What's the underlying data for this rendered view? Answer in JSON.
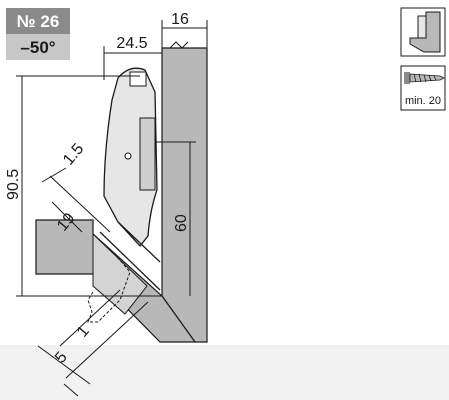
{
  "badge": {
    "number": "№ 26",
    "angle": "–50°"
  },
  "dimensions": {
    "top_width": "16",
    "offset": "24.5",
    "height": "90.5",
    "gap": "1.5",
    "depth": "19",
    "plate_height": "60",
    "small_one": "1",
    "small_five": "5"
  },
  "legend": {
    "screw_label": "min. 20"
  },
  "colors": {
    "gray_fill": "#b8b8b8",
    "light_gray": "#d9d9d9",
    "badge_dark": "#8a8a8a",
    "badge_light": "#c8c8c8",
    "line": "#1a1a1a"
  },
  "icons": [
    "hinge-cup-icon",
    "screw-icon"
  ]
}
